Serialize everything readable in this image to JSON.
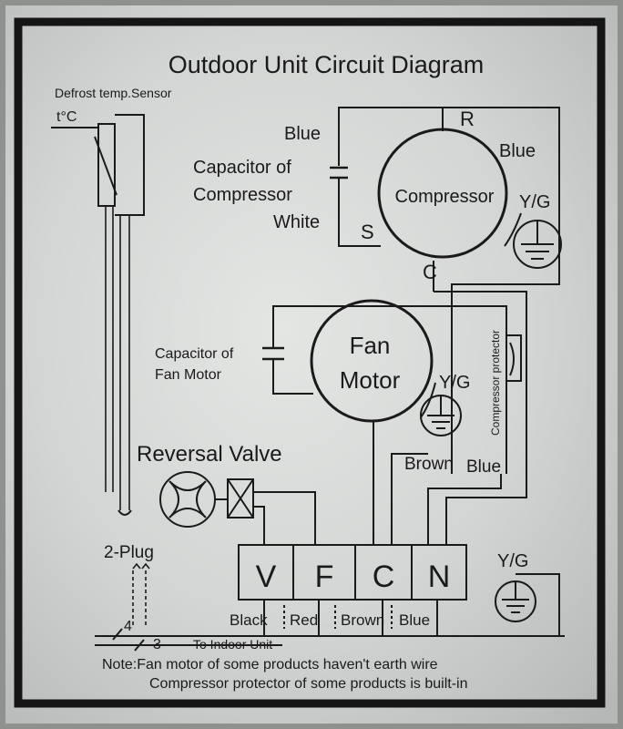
{
  "title": "Outdoor Unit Circuit Diagram",
  "sensor": {
    "label": "Defrost temp.Sensor",
    "symbol": "t°C"
  },
  "compressor": {
    "label": "Compressor",
    "terminal_r": "R",
    "terminal_s": "S",
    "terminal_c": "C",
    "wire_blue_left": "Blue",
    "wire_blue_right": "Blue",
    "wire_white": "White",
    "ground": "Y/G"
  },
  "compressor_capacitor": {
    "line1": "Capacitor of",
    "line2": "Compressor"
  },
  "fan_motor": {
    "line1": "Fan",
    "line2": "Motor",
    "ground": "Y/G"
  },
  "fan_capacitor": {
    "line1": "Capacitor of",
    "line2": "Fan Motor"
  },
  "compressor_protector": "Compressor protector",
  "reversal_valve": "Reversal Valve",
  "wire_labels": {
    "brown": "Brown",
    "blue": "Blue"
  },
  "plug": "2-Plug",
  "terminal_block": {
    "terminals": [
      "V",
      "F",
      "C",
      "N"
    ],
    "colors": [
      "Black",
      "Red",
      "Brown",
      "Blue"
    ]
  },
  "ground_right": "Y/G",
  "indoor": {
    "count_left": "4",
    "count_right": "3",
    "label": "To Indoor Unit"
  },
  "notes": {
    "line1": "Note:Fan motor of some products haven't earth wire",
    "line2": "Compressor protector of some products is built-in"
  }
}
